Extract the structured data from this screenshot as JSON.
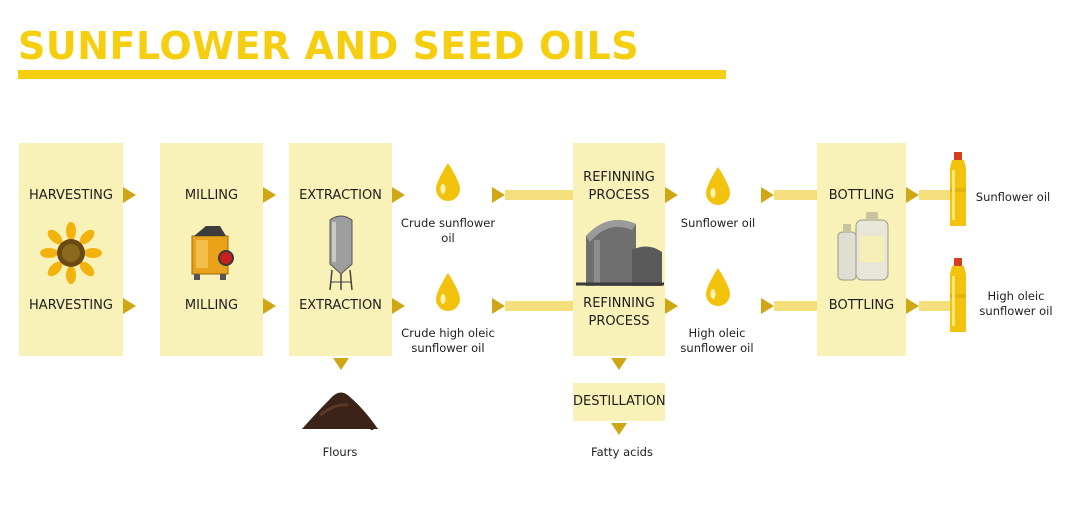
{
  "header": {
    "title": "SUNFLOWER AND SEED OILS"
  },
  "row1": {
    "harvesting": "HARVESTING",
    "milling": "MILLING",
    "extraction": "EXTRACTION",
    "crude_oil": "Crude sunflower oil",
    "refining": "REFINNING PROCESS",
    "oil": "Sunflower oil",
    "bottling": "BOTTLING",
    "product": "Sunflower oil"
  },
  "row2": {
    "harvesting": "HARVESTING",
    "milling": "MILLING",
    "extraction": "EXTRACTION",
    "crude_oil": "Crude high oleic sunflower oil",
    "refining": "REFINNING PROCESS",
    "oil": "High oleic sunflower oil",
    "bottling": "BOTTLING",
    "product": "High oleic sunflower oil"
  },
  "byproducts": {
    "flours": "Flours",
    "destillation": "DESTILLATION",
    "fatty_acids": "Fatty acids"
  },
  "colors": {
    "title": "#f5cf0f",
    "box": "#f8f1b8",
    "arrow": "#cfa613",
    "pipe": "#f3e07c",
    "oil": "#f2c20d"
  },
  "icons": [
    "sunflower-icon",
    "mill-machine-icon",
    "silo-icon",
    "oil-drop-icon",
    "refinery-tank-icon",
    "oil-bottles-icon",
    "oil-bottle-icon",
    "soil-pile-icon"
  ]
}
